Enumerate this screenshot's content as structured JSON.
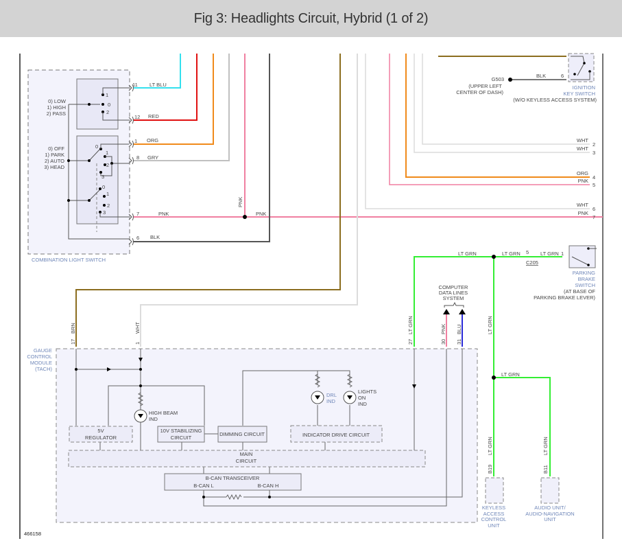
{
  "title": "Fig 3: Headlights Circuit, Hybrid (1 of 2)",
  "figure_id": "466158",
  "colors": {
    "lt_blu": "#33e0ee",
    "red": "#e01010",
    "org": "#f08a1a",
    "gry": "#c0c0c0",
    "pnk": "#f07fa0",
    "blk": "#555555",
    "brn": "#8b6d1e",
    "wht": "#dcdcdc",
    "lt_grn": "#33ee33",
    "blu": "#2a2ad8",
    "component_fill": "#eeeefa",
    "component_label": "#6e86b8"
  },
  "combination_switch": {
    "label": "COMBINATION LIGHT SWITCH",
    "dimmer_positions": [
      "0) LOW",
      "1) HIGH",
      "2) PASS"
    ],
    "light_positions": [
      "0) OFF",
      "1) PARK",
      "2) AUTO",
      "3) HEAD"
    ],
    "dimmer_contacts": [
      "1",
      "0",
      "2"
    ],
    "light_contacts": [
      "0",
      "1",
      "2",
      "3"
    ],
    "wires": [
      {
        "pin": "11",
        "color": "LT BLU"
      },
      {
        "pin": "12",
        "color": "RED"
      },
      {
        "pin": "1",
        "color": "ORG"
      },
      {
        "pin": "8",
        "color": "GRY"
      },
      {
        "pin": "7",
        "color": "PNK"
      },
      {
        "pin": "6",
        "color": "BLK"
      }
    ],
    "splice_label": "PNK",
    "splice_vertical_label": "PNK"
  },
  "ignition_switch": {
    "label_lines": [
      "IGNITION",
      "KEY SWITCH"
    ],
    "note": "(W/O KEYLESS ACCESS SYSTEM)",
    "pin": "6",
    "wire": "BLK",
    "ground": "G503",
    "ground_note": [
      "(UPPER LEFT",
      "CENTER OF DASH)"
    ]
  },
  "right_wires": [
    {
      "pin": "2",
      "color": "WHT"
    },
    {
      "pin": "3",
      "color": "WHT"
    },
    {
      "pin": "4",
      "color": "ORG"
    },
    {
      "pin": "5",
      "color": "PNK"
    },
    {
      "pin": "6",
      "color": "WHT"
    },
    {
      "pin": "7",
      "color": "PNK"
    }
  ],
  "parking_brake": {
    "label_lines": [
      "PARKING",
      "BRAKE",
      "SWITCH"
    ],
    "note_lines": [
      "(AT BASE OF",
      "PARKING BRAKE LEVER)"
    ],
    "pin": "1",
    "connector": "C205",
    "connector_pin": "5",
    "wire_labels": [
      "LT GRN",
      "LT GRN",
      "LT GRN"
    ]
  },
  "computer_data_lines": {
    "label_lines": [
      "COMPUTER",
      "DATA LINES",
      "SYSTEM"
    ]
  },
  "gauge_module": {
    "label_lines": [
      "GAUGE",
      "CONTROL",
      "MODULE",
      "(TACH)"
    ],
    "pins": [
      {
        "pin": "17",
        "color": "BRN"
      },
      {
        "pin": "1",
        "color": "WHT"
      },
      {
        "pin": "27",
        "color": "LT GRN"
      },
      {
        "pin": "30",
        "color": "PNK"
      },
      {
        "pin": "31",
        "color": "BLU"
      }
    ],
    "high_beam": [
      "HIGH BEAM",
      "IND"
    ],
    "drl": [
      "DRL",
      "IND"
    ],
    "lights_on": [
      "LIGHTS",
      "ON",
      "IND"
    ],
    "regulator": [
      "5V",
      "REGULATOR"
    ],
    "stabilizing": [
      "10V STABILIZING",
      "CIRCUIT"
    ],
    "dimming": "DIMMING CIRCUIT",
    "indicator_drive": "INDICATOR DRIVE CIRCUIT",
    "main": [
      "MAIN",
      "CIRCUIT"
    ],
    "bcan": {
      "title": "B-CAN TRANSCEIVER",
      "l": "B-CAN L",
      "h": "B-CAN H"
    }
  },
  "keyless": {
    "pin": "B19",
    "wire": "LT GRN",
    "label_lines": [
      "KEYLESS",
      "ACCESS",
      "CONTROL",
      "UNIT"
    ]
  },
  "audio": {
    "pin": "B11",
    "wire": "LT GRN",
    "label_lines": [
      "AUDIO UNIT/",
      "AUDIO-NAVIGATION",
      "UNIT"
    ]
  },
  "branch_label": "LT GRN",
  "keyless_branch_vertical": "LT GRN"
}
